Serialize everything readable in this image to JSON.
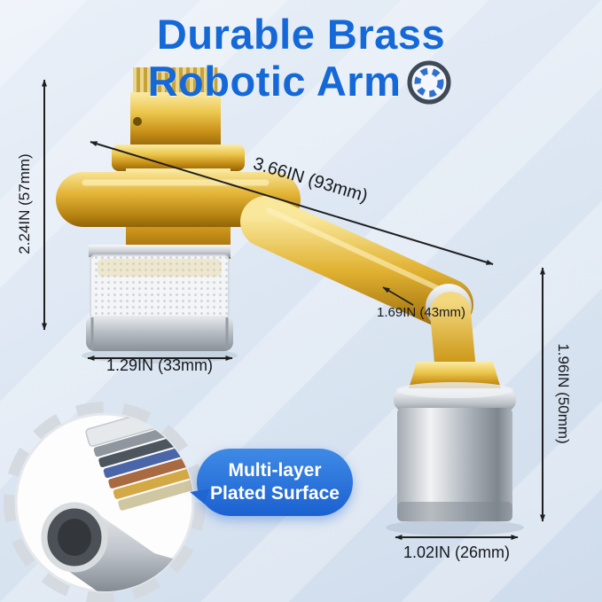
{
  "title": {
    "line1": "Durable Brass",
    "line2": "Robotic Arm"
  },
  "annotations": {
    "height_left": "2.24IN (57mm)",
    "arm_length": "3.66IN (93mm)",
    "filter_width": "1.29IN (33mm)",
    "joint_size": "1.69IN (43mm)",
    "sprayer_height": "1.96IN (50mm)",
    "sprayer_width": "1.02IN (26mm)"
  },
  "badge": {
    "line1": "Multi-layer",
    "line2": "Plated Surface"
  },
  "colors": {
    "accent_blue": "#1568d8",
    "badge_blue": "#1b61d0",
    "brass_gold": "#d4a017",
    "annotation_ink": "#15181c"
  }
}
